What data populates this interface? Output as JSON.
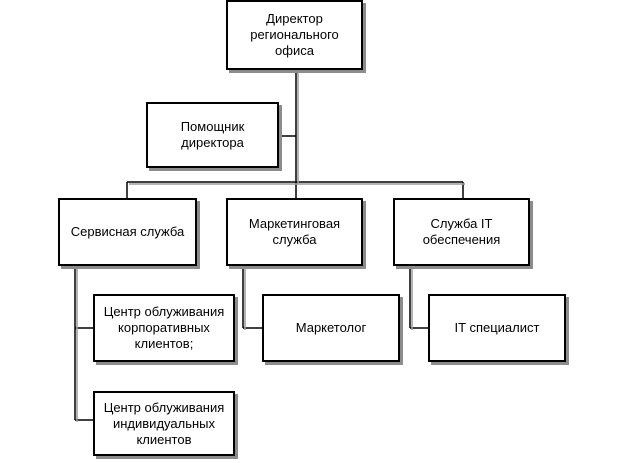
{
  "diagram": {
    "director": "Директор\nрегионального офиса",
    "assistant": "Помощник\nдиректора",
    "service": "Сервисная служба",
    "marketing": "Маркетинговая\nслужба",
    "it_service": "Служба IT\nобеспечения",
    "corp_center": "Центр облуживания\nкорпоративных\nклиентов;",
    "indiv_center": "Центр облуживания\nиндивидуальных\nклиентов",
    "marketer": "Маркетолог",
    "it_specialist": "IT специалист"
  }
}
